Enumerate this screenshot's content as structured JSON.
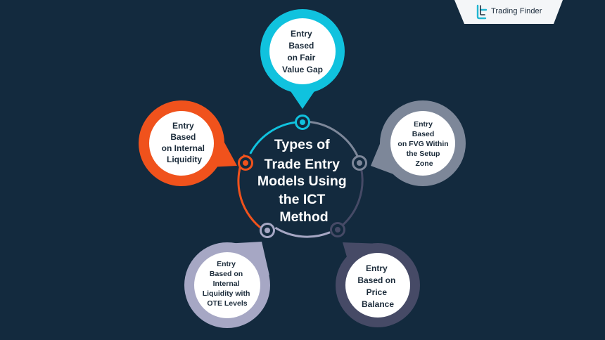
{
  "brand": {
    "name": "Trading Finder",
    "logo_icon": "trading-finder-logo-icon"
  },
  "diagram": {
    "title_lines": [
      "Types of",
      "Trade Entry",
      "Models Using",
      "the ICT",
      "Method"
    ],
    "items": [
      {
        "id": "fvg",
        "lines": [
          "Entry",
          "Based",
          "on Fair",
          "Value Gap"
        ],
        "color": "#10c2de"
      },
      {
        "id": "fvg-setup",
        "lines": [
          "Entry",
          "Based",
          "on FVG Within",
          "the Setup",
          "Zone"
        ],
        "color": "#7d8799"
      },
      {
        "id": "price-balance",
        "lines": [
          "Entry",
          "Based on",
          "Price",
          "Balance"
        ],
        "color": "#464a66"
      },
      {
        "id": "ote",
        "lines": [
          "Entry",
          "Based on",
          "Internal",
          "Liquidity with",
          "OTE Levels"
        ],
        "color": "#a6a7c4"
      },
      {
        "id": "internal-liquidity",
        "lines": [
          "Entry",
          "Based",
          "on Internal",
          "Liquidity"
        ],
        "color": "#f0521c"
      }
    ],
    "colors": {
      "background": "#132a3e",
      "bubble_inner": "#ffffff",
      "title_text": "#ffffff"
    }
  }
}
